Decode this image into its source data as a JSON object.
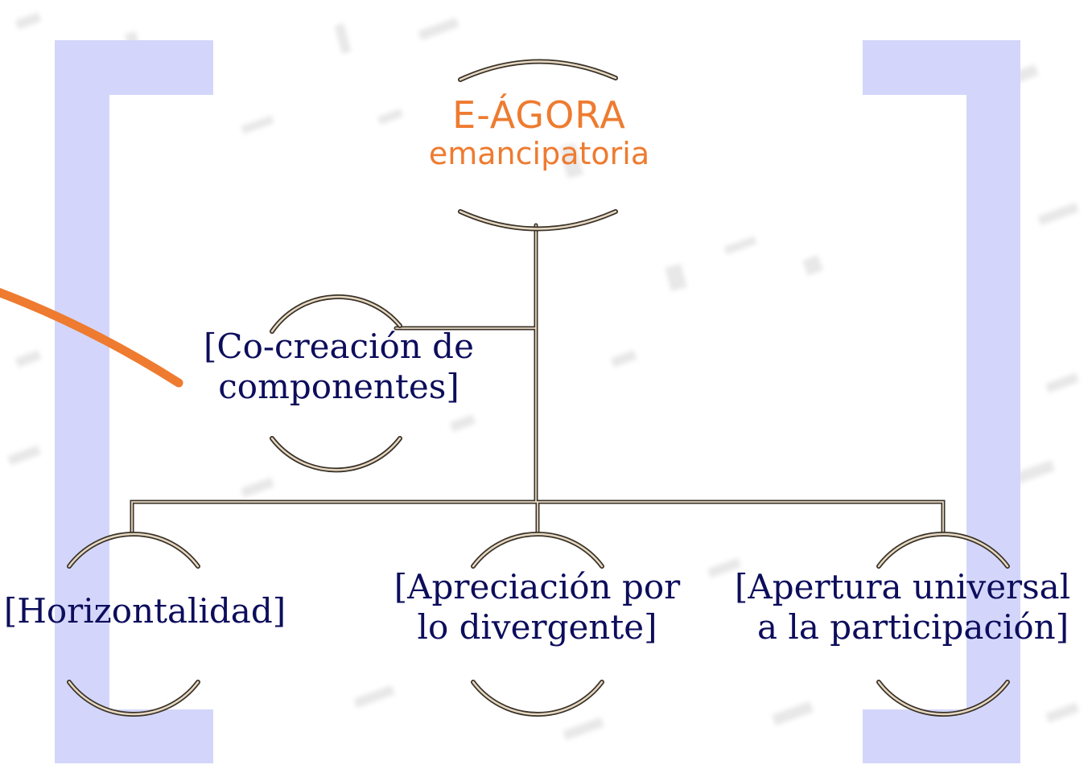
{
  "colors": {
    "accent_orange": "#ee7b30",
    "text_navy": "#0d0d5c",
    "bracket_lavender": "#d3d6fa",
    "connector_fill": "#e6d8c2",
    "connector_outline": "#3a3228"
  },
  "title": {
    "main": "E-ÁGORA",
    "sub": "emancipatoria"
  },
  "nodes": {
    "cocreacion": {
      "line1": "[Co-creación de",
      "line2": "componentes]"
    },
    "horizontalidad": {
      "line1": "[Horizontalidad]"
    },
    "apreciacion": {
      "line1": "[Apreciación por",
      "line2": "lo divergente]"
    },
    "apertura": {
      "line1": "[Apertura universal",
      "line2": "a la participación]"
    }
  },
  "decorations": {
    "left_bracket": "left-square-bracket-shape",
    "right_bracket": "right-square-bracket-shape",
    "pointer_line": "orange-pointer-stroke"
  }
}
